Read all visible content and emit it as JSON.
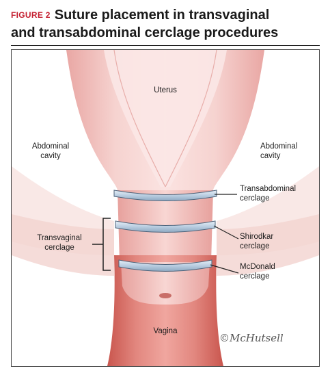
{
  "figure": {
    "label": "FIGURE 2",
    "title_line1": "Suture placement in transvaginal",
    "title_line2": "and transabdominal cerclage procedures"
  },
  "labels": {
    "uterus": "Uterus",
    "abdominal_cavity_left_1": "Abdominal",
    "abdominal_cavity_left_2": "cavity",
    "abdominal_cavity_right_1": "Abdominal",
    "abdominal_cavity_right_2": "cavity",
    "transabdominal_1": "Transabdominal",
    "transabdominal_2": "cerclage",
    "transvaginal_1": "Transvaginal",
    "transvaginal_2": "cerclage",
    "shirodkar_1": "Shirodkar",
    "shirodkar_2": "cerclage",
    "mcdonald_1": "McDonald",
    "mcdonald_2": "cerclage",
    "vagina": "Vagina",
    "signature": "©McHutsell"
  },
  "colors": {
    "accent": "#c41e2f",
    "uterus_tissue": "#f2c2bf",
    "vagina_tissue": "#e0877f",
    "suture_band": "#bfd2e4"
  }
}
